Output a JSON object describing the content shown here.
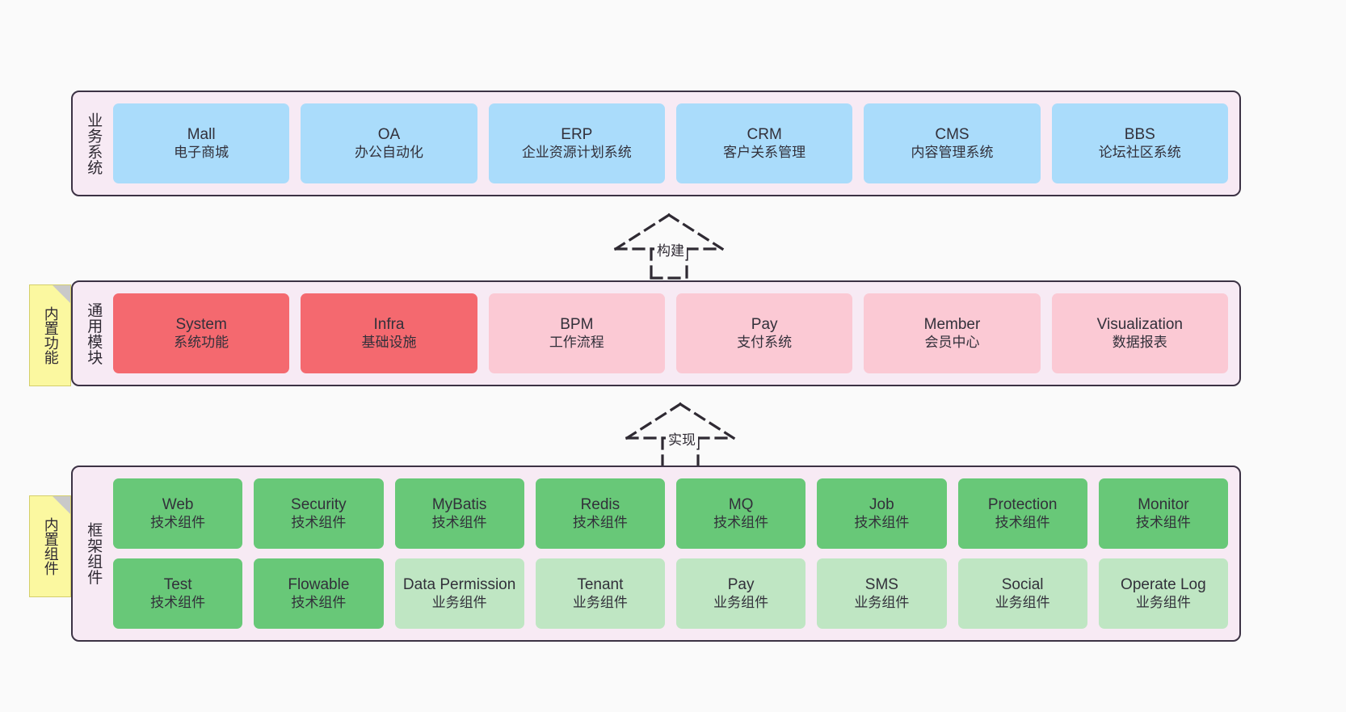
{
  "diagram": {
    "background": "#fafafa",
    "layers": [
      {
        "id": "business",
        "title": "业务系统",
        "container_color": "#f7eaf4",
        "nodes": [
          {
            "en": "Mall",
            "cn": "电子商城",
            "color": "#aadcfb"
          },
          {
            "en": "OA",
            "cn": "办公自动化",
            "color": "#aadcfb"
          },
          {
            "en": "ERP",
            "cn": "企业资源计划系统",
            "color": "#aadcfb"
          },
          {
            "en": "CRM",
            "cn": "客户关系管理",
            "color": "#aadcfb"
          },
          {
            "en": "CMS",
            "cn": "内容管理系统",
            "color": "#aadcfb"
          },
          {
            "en": "BBS",
            "cn": "论坛社区系统",
            "color": "#aadcfb"
          }
        ]
      },
      {
        "id": "common-module",
        "title": "通用模块",
        "note": "内置功能",
        "container_color": "#f7eaf4",
        "nodes": [
          {
            "en": "System",
            "cn": "系统功能",
            "color": "#f4696f"
          },
          {
            "en": "Infra",
            "cn": "基础设施",
            "color": "#f4696f"
          },
          {
            "en": "BPM",
            "cn": "工作流程",
            "color": "#fbc9d4"
          },
          {
            "en": "Pay",
            "cn": "支付系统",
            "color": "#fbc9d4"
          },
          {
            "en": "Member",
            "cn": "会员中心",
            "color": "#fbc9d4"
          },
          {
            "en": "Visualization",
            "cn": "数据报表",
            "color": "#fbc9d4"
          }
        ]
      },
      {
        "id": "framework",
        "title": "框架组件",
        "note": "内置组件",
        "container_color": "#f7eaf4",
        "rows": [
          [
            {
              "en": "Web",
              "cn": "技术组件",
              "color": "#68c878"
            },
            {
              "en": "Security",
              "cn": "技术组件",
              "color": "#68c878"
            },
            {
              "en": "MyBatis",
              "cn": "技术组件",
              "color": "#68c878"
            },
            {
              "en": "Redis",
              "cn": "技术组件",
              "color": "#68c878"
            },
            {
              "en": "MQ",
              "cn": "技术组件",
              "color": "#68c878"
            },
            {
              "en": "Job",
              "cn": "技术组件",
              "color": "#68c878"
            },
            {
              "en": "Protection",
              "cn": "技术组件",
              "color": "#68c878"
            },
            {
              "en": "Monitor",
              "cn": "技术组件",
              "color": "#68c878"
            }
          ],
          [
            {
              "en": "Test",
              "cn": "技术组件",
              "color": "#68c878"
            },
            {
              "en": "Flowable",
              "cn": "技术组件",
              "color": "#68c878"
            },
            {
              "en": "Data Permission",
              "cn": "业务组件",
              "color": "#bfe6c3"
            },
            {
              "en": "Tenant",
              "cn": "业务组件",
              "color": "#bfe6c3"
            },
            {
              "en": "Pay",
              "cn": "业务组件",
              "color": "#bfe6c3"
            },
            {
              "en": "SMS",
              "cn": "业务组件",
              "color": "#bfe6c3"
            },
            {
              "en": "Social",
              "cn": "业务组件",
              "color": "#bfe6c3"
            },
            {
              "en": "Operate Log",
              "cn": "业务组件",
              "color": "#bfe6c3"
            }
          ]
        ]
      }
    ],
    "connectors": [
      {
        "id": "build",
        "label": "构建",
        "style": "dashed-generalization",
        "direction": "up"
      },
      {
        "id": "implement",
        "label": "实现",
        "style": "dashed-generalization",
        "direction": "up"
      }
    ]
  }
}
